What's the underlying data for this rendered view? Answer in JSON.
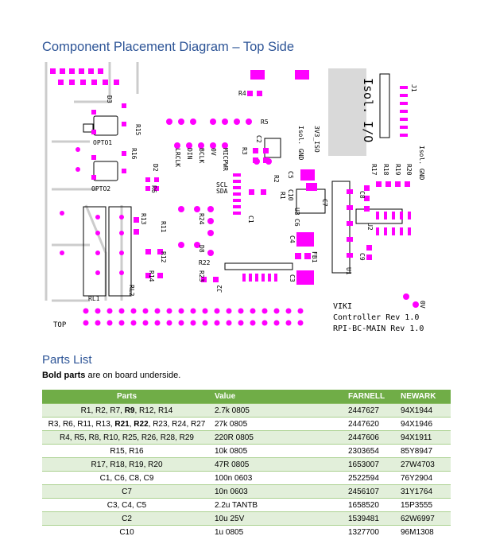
{
  "heading": "Component Placement Diagram – Top Side",
  "pcb": {
    "labels": {
      "isol_io": "Isol. I/O",
      "j1": "J1",
      "isol_gnd": "Isol. GND",
      "r20": "R20",
      "r19": "R19",
      "r18": "R18",
      "r17": "R17",
      "c8": "C8",
      "u2": "U2",
      "c9": "C9",
      "u1": "U1",
      "d3": "D3",
      "r15": "R15",
      "opto1": "OPTO1",
      "r16": "R16",
      "opto2": "OPTO2",
      "r6": "R6",
      "d2": "D2",
      "r4": "R4",
      "r5": "R5",
      "r3": "R3",
      "c2": "C2",
      "r2": "R2",
      "r1": "R1",
      "c1": "C1",
      "isol_gnd2": "Isol. GND",
      "v33_iso": "3V3_ISO",
      "c5": "C5",
      "c10": "C10",
      "c7": "C7",
      "u3": "U3",
      "c6": "C6",
      "c4": "C4",
      "fb1": "FB1",
      "c3": "C3",
      "lrclk": "LRCLK",
      "din": "DIN",
      "bclk": "BCLK",
      "v0": "0V",
      "micpwr": "MICPWR",
      "scl": "SCL",
      "sda": "SDA",
      "r13": "R13",
      "r11": "R11",
      "r12": "R12",
      "r14": "R14",
      "rl1": "RL1",
      "rl2": "RL2",
      "r24": "R24",
      "d8": "D8",
      "r22": "R22",
      "r23": "R23",
      "j2": "J2",
      "top": "TOP",
      "viki": "VIKI",
      "controller": "Controller Rev 1.0",
      "board": "RPI-BC-MAIN Rev 1.0",
      "ov": "0V"
    }
  },
  "parts_title": "Parts List",
  "parts_note": {
    "bold": "Bold parts",
    "rest": " are on board underside."
  },
  "table": {
    "headers": [
      "Parts",
      "Value",
      "FARNELL",
      "NEWARK"
    ],
    "rows": [
      {
        "parts": [
          [
            "R1, R2, R7, ",
            false
          ],
          [
            "R9",
            true
          ],
          [
            ", R12, R14",
            false
          ]
        ],
        "value": "2.7k 0805",
        "farnell": "2447627",
        "newark": "94X1944"
      },
      {
        "parts": [
          [
            "R3, R6, R11, R13, ",
            false
          ],
          [
            "R21",
            true
          ],
          [
            ", ",
            false
          ],
          [
            "R22",
            true
          ],
          [
            ", R23, R24, R27",
            false
          ]
        ],
        "value": "27k 0805",
        "farnell": "2447620",
        "newark": "94X1946"
      },
      {
        "parts": [
          [
            "R4, R5, R8, R10, R25, R26, R28, R29",
            false
          ]
        ],
        "value": "220R 0805",
        "farnell": "2447606",
        "newark": "94X1911"
      },
      {
        "parts": [
          [
            "R15, R16",
            false
          ]
        ],
        "value": "10k 0805",
        "farnell": "2303654",
        "newark": "85Y8947"
      },
      {
        "parts": [
          [
            "R17, R18, R19, R20",
            false
          ]
        ],
        "value": "47R 0805",
        "farnell": "1653007",
        "newark": "27W4703"
      },
      {
        "parts": [
          [
            "C1, C6, C8, C9",
            false
          ]
        ],
        "value": "100n 0603",
        "farnell": "2522594",
        "newark": "76Y2904"
      },
      {
        "parts": [
          [
            "C7",
            false
          ]
        ],
        "value": "10n 0603",
        "farnell": "2456107",
        "newark": "31Y1764"
      },
      {
        "parts": [
          [
            "C3, C4, C5",
            false
          ]
        ],
        "value": "2.2u TANTB",
        "farnell": "1658520",
        "newark": "15P3555"
      },
      {
        "parts": [
          [
            "C2",
            false
          ]
        ],
        "value": "10u 25V",
        "farnell": "1539481",
        "newark": "62W6997"
      },
      {
        "parts": [
          [
            "C10",
            false
          ]
        ],
        "value": "1u 0805",
        "farnell": "1327700",
        "newark": "96M1308"
      }
    ]
  },
  "colors": {
    "heading": "#2e5597",
    "header_bg": "#70ad47",
    "stripe": "#e2efda",
    "pad": "#ff00ff",
    "silk": "#000000"
  }
}
